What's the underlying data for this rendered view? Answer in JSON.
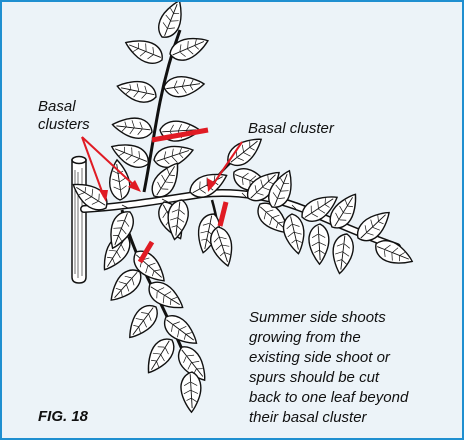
{
  "figure": {
    "label": "FIG. 18",
    "accent_color": "#1f8fd0",
    "background_color": "#ecf3f8",
    "marker_color": "#e01b24"
  },
  "labels": {
    "basal_clusters": [
      "Basal",
      "clusters"
    ],
    "basal_cluster": "Basal cluster"
  },
  "caption": {
    "lines": [
      "Summer side shoots",
      "growing from the",
      "existing side shoot or",
      "spurs should be cut",
      "back to one leaf beyond",
      "their basal cluster"
    ]
  }
}
